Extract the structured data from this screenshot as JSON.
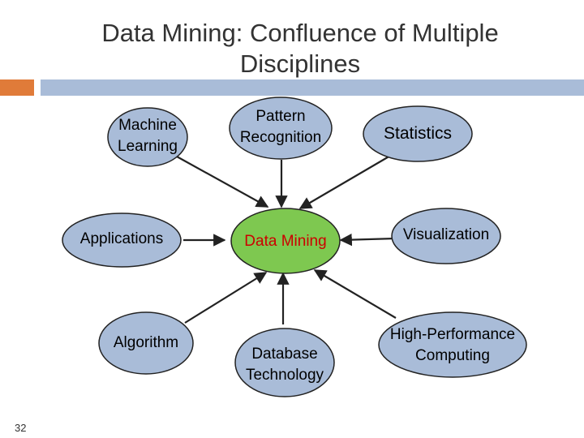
{
  "slide": {
    "title_line1": "Data Mining: Confluence of Multiple",
    "title_line2": "Disciplines",
    "page_number": "32"
  },
  "colors": {
    "node_fill": "#a9bcd8",
    "center_fill": "#7ec850",
    "center_text": "#cc0000",
    "outline": "#222222"
  },
  "nodes": {
    "machine_learning": {
      "line1": "Machine",
      "line2": "Learning"
    },
    "pattern_recognition": {
      "line1": "Pattern",
      "line2": "Recognition"
    },
    "statistics": {
      "line1": "Statistics"
    },
    "applications": {
      "line1": "Applications"
    },
    "data_mining": {
      "line1": "Data Mining"
    },
    "visualization": {
      "line1": "Visualization"
    },
    "algorithm": {
      "line1": "Algorithm"
    },
    "database_technology": {
      "line1": "Database",
      "line2": "Technology"
    },
    "high_performance_computing": {
      "line1": "High-Performance",
      "line2": "Computing"
    }
  }
}
